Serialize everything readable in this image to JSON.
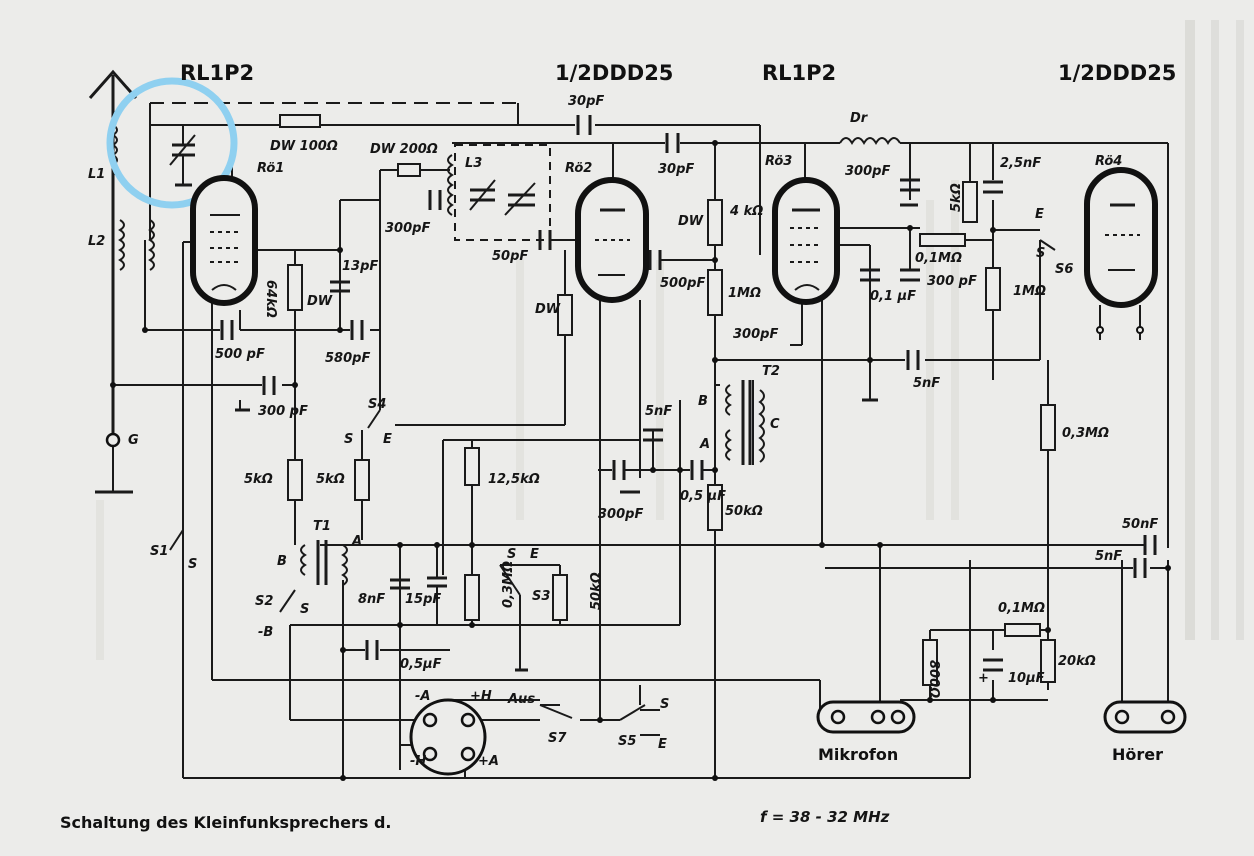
{
  "tubes": [
    {
      "label": "RL1P2",
      "ref": "Rö1"
    },
    {
      "label": "1/2DDD25",
      "ref": "Rö2"
    },
    {
      "label": "RL1P2",
      "ref": "Rö3"
    },
    {
      "label": "1/2DDD25",
      "ref": "Rö4"
    }
  ],
  "components": {
    "dw100": "DW 100Ω",
    "dw200": "DW 200Ω",
    "c30a": "30pF",
    "c30b": "30pF",
    "dr": "Dr",
    "c300top": "300pF",
    "c25nf": "2,5nF",
    "r5k_right": "5kΩ",
    "l1": "L1",
    "l2": "L2",
    "l3": "L3",
    "c300_l3": "300pF",
    "c50": "50pF",
    "dw_4k": "DW",
    "r4k": "4 kΩ",
    "c500_mid": "500pF",
    "r1m_mid": "1MΩ",
    "r64k": "64kΩ",
    "dw_r1": "DW",
    "c13": "13pF",
    "c500_r1": "500 pF",
    "c580": "580pF",
    "c300_g": "300 pF",
    "dw_rö2": "DW",
    "c01m": "0,1MΩ",
    "c01uf": "0,1 μF",
    "c300_r3": "300 pF",
    "c300_r3b": "300pF",
    "c5nf_r": "5nF",
    "r1m_right": "1MΩ",
    "r03m_right": "0,3MΩ",
    "t2": "T2",
    "t2b": "B",
    "t2a": "A",
    "t2c": "C",
    "c5nf_mid": "5nF",
    "c05uf": "0,5 μF",
    "r50k_mid": "50kΩ",
    "c300_bot": "300pF",
    "r125k": "12,5kΩ",
    "r5k_l": "5kΩ",
    "r5k_l2": "5kΩ",
    "t1": "T1",
    "t1b": "B",
    "t1a": "A",
    "c8nf": "8nF",
    "c15pf": "15pF",
    "r03m_s3": "0,3MΩ",
    "r50k_s3": "50kΩ",
    "c05uf_b": "0,5μF",
    "c50nf": "50nF",
    "c5nf_b": "5nF",
    "r01m_b": "0,1MΩ",
    "r20k": "20kΩ",
    "r800": "800Ω",
    "c10uf": "10μF",
    "plus": "+",
    "g": "G",
    "e_label": "E",
    "s_label": "S"
  },
  "switches": {
    "s1": "S1",
    "s1s": "S",
    "s2": "S2",
    "s2s": "S",
    "s2b": "-B",
    "s3": "S3",
    "s3s": "S",
    "s3e": "E",
    "s4": "S4",
    "s4s": "S",
    "s4e": "E",
    "s6": "S6",
    "s6s": "S",
    "s6e": "E",
    "s7": "S7",
    "s7aus": "Aus",
    "s5": "S5",
    "s5s": "S",
    "s5e": "E"
  },
  "plug": {
    "a_minus": "-A",
    "h_plus": "+H",
    "h_minus": "-H",
    "a_plus": "+A"
  },
  "jacks": {
    "mikrofon": "Mikrofon",
    "hoerer": "Hörer"
  },
  "caption": "Schaltung des Kleinfunksprechers d.",
  "frequency": "f = 38 - 32 MHz",
  "highlight_color": "#8fd0f0"
}
